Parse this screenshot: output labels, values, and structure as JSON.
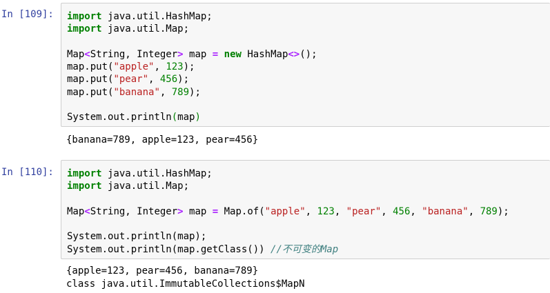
{
  "cells": [
    {
      "prompt": "In [109]:",
      "code": [
        [
          {
            "t": "kw",
            "s": "import"
          },
          {
            "t": "p",
            "s": " java.util.HashMap;"
          }
        ],
        [
          {
            "t": "kw",
            "s": "import"
          },
          {
            "t": "p",
            "s": " java.util.Map;"
          }
        ],
        [],
        [
          {
            "t": "p",
            "s": "Map"
          },
          {
            "t": "op",
            "s": "<"
          },
          {
            "t": "p",
            "s": "String, Integer"
          },
          {
            "t": "op",
            "s": ">"
          },
          {
            "t": "p",
            "s": " map "
          },
          {
            "t": "op",
            "s": "="
          },
          {
            "t": "p",
            "s": " "
          },
          {
            "t": "kw",
            "s": "new"
          },
          {
            "t": "p",
            "s": " HashMap"
          },
          {
            "t": "op",
            "s": "<>"
          },
          {
            "t": "p",
            "s": "();"
          }
        ],
        [
          {
            "t": "p",
            "s": "map.put("
          },
          {
            "t": "str",
            "s": "\"apple\""
          },
          {
            "t": "p",
            "s": ", "
          },
          {
            "t": "num",
            "s": "123"
          },
          {
            "t": "p",
            "s": ");"
          }
        ],
        [
          {
            "t": "p",
            "s": "map.put("
          },
          {
            "t": "str",
            "s": "\"pear\""
          },
          {
            "t": "p",
            "s": ", "
          },
          {
            "t": "num",
            "s": "456"
          },
          {
            "t": "p",
            "s": ");"
          }
        ],
        [
          {
            "t": "p",
            "s": "map.put("
          },
          {
            "t": "str",
            "s": "\"banana\""
          },
          {
            "t": "p",
            "s": ", "
          },
          {
            "t": "num",
            "s": "789"
          },
          {
            "t": "p",
            "s": ");"
          }
        ],
        [],
        [
          {
            "t": "p",
            "s": "System.out.println"
          },
          {
            "t": "par",
            "s": "("
          },
          {
            "t": "p",
            "s": "map"
          },
          {
            "t": "par",
            "s": ")"
          }
        ]
      ],
      "output": [
        "{banana=789, apple=123, pear=456}"
      ]
    },
    {
      "prompt": "In [110]:",
      "code": [
        [
          {
            "t": "kw",
            "s": "import"
          },
          {
            "t": "p",
            "s": " java.util.HashMap;"
          }
        ],
        [
          {
            "t": "kw",
            "s": "import"
          },
          {
            "t": "p",
            "s": " java.util.Map;"
          }
        ],
        [],
        [
          {
            "t": "p",
            "s": "Map"
          },
          {
            "t": "op",
            "s": "<"
          },
          {
            "t": "p",
            "s": "String, Integer"
          },
          {
            "t": "op",
            "s": ">"
          },
          {
            "t": "p",
            "s": " map "
          },
          {
            "t": "op",
            "s": "="
          },
          {
            "t": "p",
            "s": " Map.of("
          },
          {
            "t": "str",
            "s": "\"apple\""
          },
          {
            "t": "p",
            "s": ", "
          },
          {
            "t": "num",
            "s": "123"
          },
          {
            "t": "p",
            "s": ", "
          },
          {
            "t": "str",
            "s": "\"pear\""
          },
          {
            "t": "p",
            "s": ", "
          },
          {
            "t": "num",
            "s": "456"
          },
          {
            "t": "p",
            "s": ", "
          },
          {
            "t": "str",
            "s": "\"banana\""
          },
          {
            "t": "p",
            "s": ", "
          },
          {
            "t": "num",
            "s": "789"
          },
          {
            "t": "p",
            "s": ");"
          }
        ],
        [],
        [
          {
            "t": "p",
            "s": "System.out.println(map);"
          }
        ],
        [
          {
            "t": "p",
            "s": "System.out.println(map.getClass()) "
          },
          {
            "t": "cmt",
            "s": "//不可变的Map"
          }
        ]
      ],
      "output": [
        "{apple=123, pear=456, banana=789}",
        "class java.util.ImmutableCollections$MapN"
      ]
    }
  ]
}
